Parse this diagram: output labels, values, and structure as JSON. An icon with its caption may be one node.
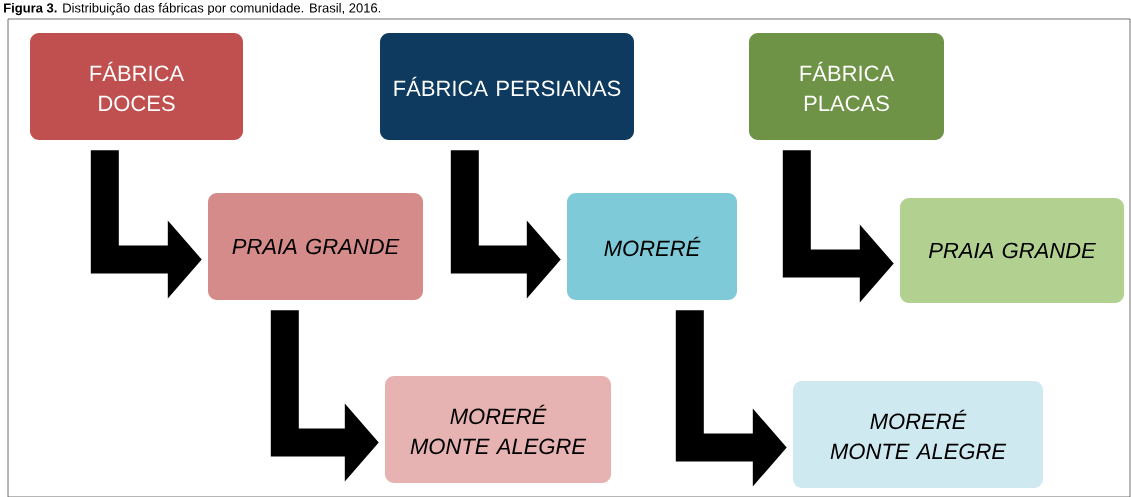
{
  "diagram": {
    "title": "**Figura 3.** Distribuição das fábricas por comunidade. Brasil, 2016.",
    "nodes": [
      {
        "text": [
          "FÁBRICA DOCES"
        ]
      },
      {
        "text": [
          "FÁBRICA PERSIANAS"
        ]
      },
      {
        "text": [
          "FÁBRICA PLACAS"
        ]
      },
      {
        "text": [
          "PRAIA GRANDE"
        ]
      },
      {
        "text": [
          "MORERÉ"
        ]
      },
      {
        "text": [
          "PRAIA GRANDE"
        ]
      },
      {
        "text": [
          "MORERÉ MONTE ALEGRE"
        ]
      },
      {
        "text": [
          "MORERÉ MONTE ALEGRE"
        ]
      }
    ],
    "edges": [
      {
        "from": 0,
        "to": 3,
        "arrow": "to"
      },
      {
        "from": 1,
        "to": 4,
        "arrow": "to"
      },
      {
        "from": 2,
        "to": 5,
        "arrow": "to"
      },
      {
        "from": 3,
        "to": 6,
        "arrow": "to"
      },
      {
        "from": 4,
        "to": 7,
        "arrow": "to"
      }
    ]
  }
}
